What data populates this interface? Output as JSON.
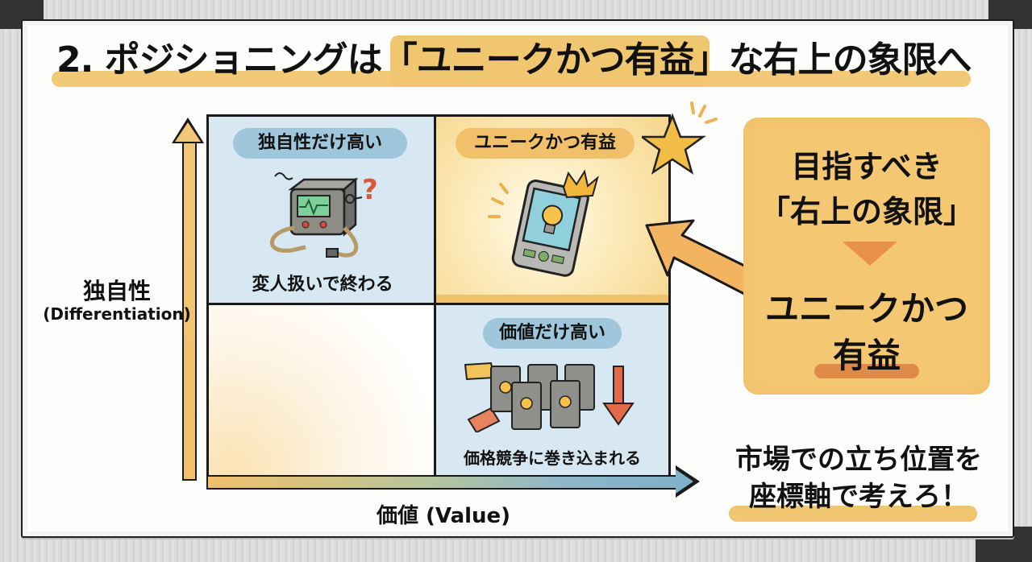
{
  "title": {
    "prefix": "2. ポジショニングは",
    "highlight": "「ユニークかつ有益」",
    "suffix": "な右上の象限へ"
  },
  "axes": {
    "y_label_jp": "独自性",
    "y_label_en": "(Differentiation)",
    "x_label": "価値 (Value)"
  },
  "quadrants": {
    "top_left": {
      "label": "独自性だけ高い",
      "caption": "変人扱いで終わる",
      "icon": "odd-machine-icon"
    },
    "top_right": {
      "label": "ユニークかつ有益",
      "icon": "smart-device-crown-icon"
    },
    "bottom_left": {
      "label": ""
    },
    "bottom_right": {
      "label": "価値だけ高い",
      "caption": "価格競争に巻き込まれる",
      "icon": "commodity-boxes-icon"
    }
  },
  "goal_box": {
    "line1": "目指すべき",
    "line2": "「右上の象限」",
    "line3": "ユニークかつ",
    "line4": "有益"
  },
  "tagline": {
    "line1": "市場での立ち位置を",
    "line2": "座標軸で考えろ！"
  },
  "colors": {
    "accent_gold": "#f0c06a",
    "quadrant_blue": "#d7e8f2",
    "pill_blue": "#9fc6da",
    "down_arrow_red": "#e06a4a"
  }
}
